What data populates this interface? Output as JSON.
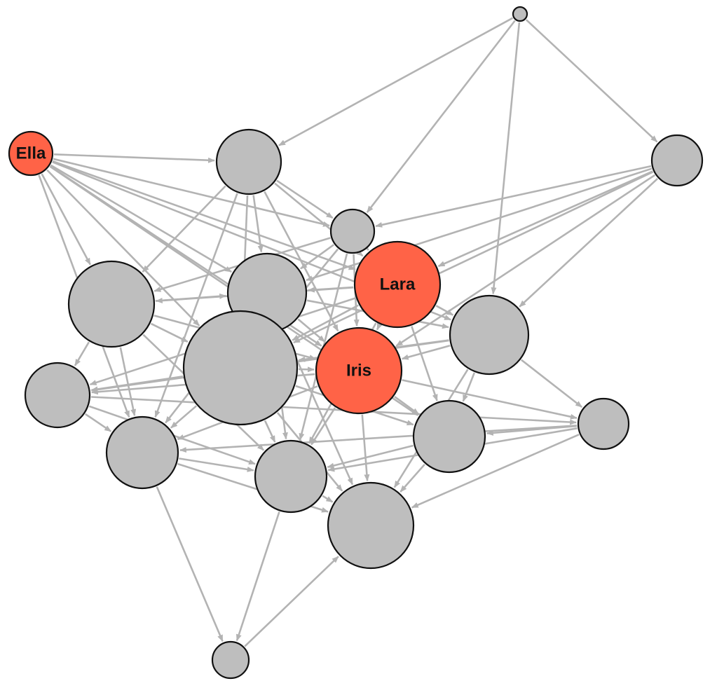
{
  "colors": {
    "background": "#ffffff",
    "edge": "#b3b3b3",
    "node_default": "#bebebe",
    "node_highlight": "#ff6347",
    "node_outline": "#111111"
  },
  "nodes": [
    {
      "id": "n_top",
      "label": ""
    },
    {
      "id": "n_ella",
      "label": "Ella",
      "highlight": true
    },
    {
      "id": "n_topmid",
      "label": ""
    },
    {
      "id": "n_right",
      "label": ""
    },
    {
      "id": "n_small",
      "label": ""
    },
    {
      "id": "n_lara",
      "label": "Lara",
      "highlight": true
    },
    {
      "id": "n_leftbig",
      "label": ""
    },
    {
      "id": "n_center",
      "label": ""
    },
    {
      "id": "n_rightmid",
      "label": ""
    },
    {
      "id": "n_biggest",
      "label": ""
    },
    {
      "id": "n_iris",
      "label": "Iris",
      "highlight": true
    },
    {
      "id": "n_left",
      "label": ""
    },
    {
      "id": "n_farright",
      "label": ""
    },
    {
      "id": "n_lowleft",
      "label": ""
    },
    {
      "id": "n_lowright",
      "label": ""
    },
    {
      "id": "n_lowcenter",
      "label": ""
    },
    {
      "id": "n_bottom",
      "label": ""
    },
    {
      "id": "n_bottombig",
      "label": ""
    }
  ],
  "edges": [
    [
      "n_top",
      "n_topmid"
    ],
    [
      "n_top",
      "n_right"
    ],
    [
      "n_top",
      "n_small"
    ],
    [
      "n_top",
      "n_rightmid"
    ],
    [
      "n_ella",
      "n_topmid"
    ],
    [
      "n_ella",
      "n_small"
    ],
    [
      "n_ella",
      "n_leftbig"
    ],
    [
      "n_ella",
      "n_center"
    ],
    [
      "n_ella",
      "n_biggest"
    ],
    [
      "n_ella",
      "n_lara"
    ],
    [
      "n_ella",
      "n_iris"
    ],
    [
      "n_ella",
      "n_lowleft"
    ],
    [
      "n_ella",
      "n_rightmid"
    ],
    [
      "n_ella",
      "n_lowright"
    ],
    [
      "n_topmid",
      "n_small"
    ],
    [
      "n_topmid",
      "n_center"
    ],
    [
      "n_topmid",
      "n_leftbig"
    ],
    [
      "n_topmid",
      "n_biggest"
    ],
    [
      "n_topmid",
      "n_iris"
    ],
    [
      "n_topmid",
      "n_lara"
    ],
    [
      "n_topmid",
      "n_lowleft"
    ],
    [
      "n_right",
      "n_small"
    ],
    [
      "n_right",
      "n_lara"
    ],
    [
      "n_right",
      "n_center"
    ],
    [
      "n_right",
      "n_iris"
    ],
    [
      "n_right",
      "n_rightmid"
    ],
    [
      "n_right",
      "n_biggest"
    ],
    [
      "n_small",
      "n_lara"
    ],
    [
      "n_small",
      "n_center"
    ],
    [
      "n_small",
      "n_biggest"
    ],
    [
      "n_small",
      "n_iris"
    ],
    [
      "n_small",
      "n_leftbig"
    ],
    [
      "n_small",
      "n_lowcenter"
    ],
    [
      "n_lara",
      "n_iris"
    ],
    [
      "n_lara",
      "n_center"
    ],
    [
      "n_lara",
      "n_biggest"
    ],
    [
      "n_lara",
      "n_rightmid"
    ],
    [
      "n_lara",
      "n_lowright"
    ],
    [
      "n_lara",
      "n_leftbig"
    ],
    [
      "n_lara",
      "n_left"
    ],
    [
      "n_lara",
      "n_lowcenter"
    ],
    [
      "n_leftbig",
      "n_center"
    ],
    [
      "n_leftbig",
      "n_biggest"
    ],
    [
      "n_leftbig",
      "n_left"
    ],
    [
      "n_leftbig",
      "n_lowleft"
    ],
    [
      "n_leftbig",
      "n_iris"
    ],
    [
      "n_leftbig",
      "n_lowcenter"
    ],
    [
      "n_center",
      "n_biggest"
    ],
    [
      "n_center",
      "n_iris"
    ],
    [
      "n_center",
      "n_lowleft"
    ],
    [
      "n_center",
      "n_lowcenter"
    ],
    [
      "n_center",
      "n_rightmid"
    ],
    [
      "n_center",
      "n_bottombig"
    ],
    [
      "n_rightmid",
      "n_iris"
    ],
    [
      "n_rightmid",
      "n_lowright"
    ],
    [
      "n_rightmid",
      "n_farright"
    ],
    [
      "n_rightmid",
      "n_biggest"
    ],
    [
      "n_rightmid",
      "n_bottombig"
    ],
    [
      "n_rightmid",
      "n_left"
    ],
    [
      "n_biggest",
      "n_iris"
    ],
    [
      "n_biggest",
      "n_left"
    ],
    [
      "n_biggest",
      "n_lowleft"
    ],
    [
      "n_biggest",
      "n_lowcenter"
    ],
    [
      "n_biggest",
      "n_bottombig"
    ],
    [
      "n_biggest",
      "n_lowright"
    ],
    [
      "n_iris",
      "n_lowright"
    ],
    [
      "n_iris",
      "n_lowcenter"
    ],
    [
      "n_iris",
      "n_bottombig"
    ],
    [
      "n_iris",
      "n_left"
    ],
    [
      "n_iris",
      "n_lowleft"
    ],
    [
      "n_iris",
      "n_farright"
    ],
    [
      "n_left",
      "n_lowleft"
    ],
    [
      "n_left",
      "n_lowcenter"
    ],
    [
      "n_left",
      "n_farright"
    ],
    [
      "n_farright",
      "n_lowright"
    ],
    [
      "n_farright",
      "n_bottombig"
    ],
    [
      "n_farright",
      "n_lowcenter"
    ],
    [
      "n_farright",
      "n_lowleft"
    ],
    [
      "n_lowleft",
      "n_lowcenter"
    ],
    [
      "n_lowleft",
      "n_bottombig"
    ],
    [
      "n_lowleft",
      "n_bottom"
    ],
    [
      "n_lowright",
      "n_lowcenter"
    ],
    [
      "n_lowright",
      "n_bottombig"
    ],
    [
      "n_lowcenter",
      "n_bottombig"
    ],
    [
      "n_lowcenter",
      "n_bottom"
    ],
    [
      "n_bottom",
      "n_bottombig"
    ]
  ]
}
